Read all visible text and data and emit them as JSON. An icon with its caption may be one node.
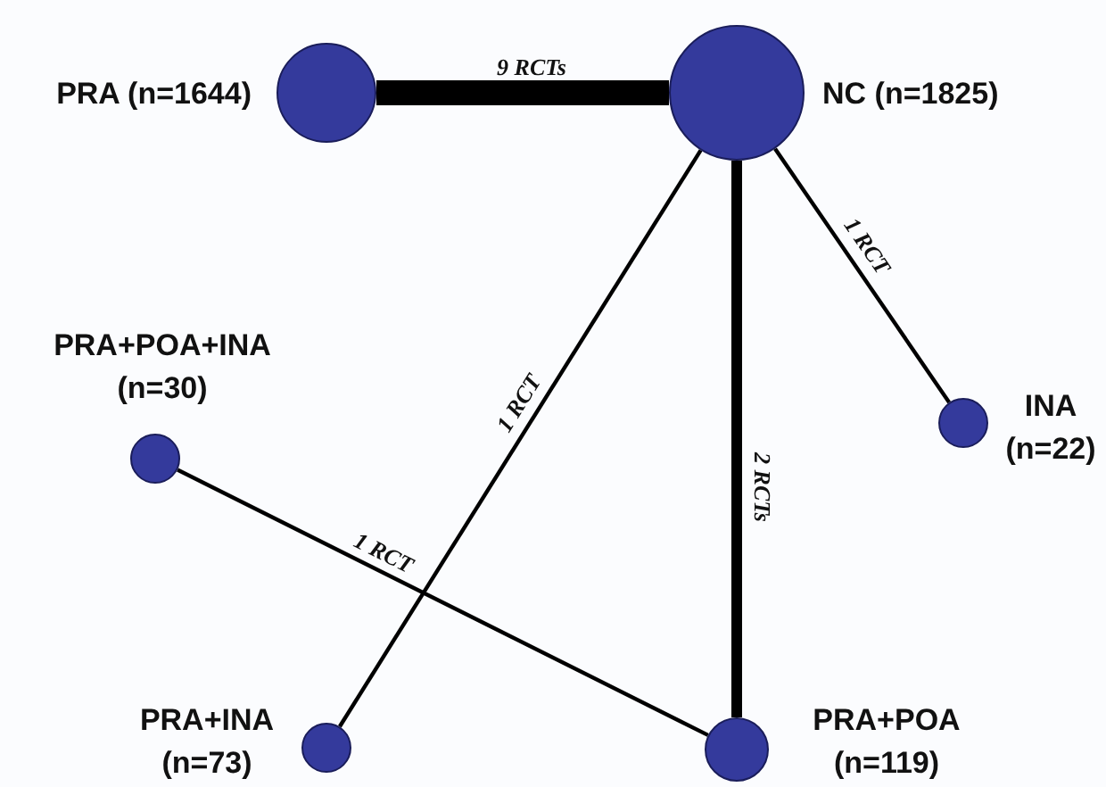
{
  "diagram": {
    "nodes": [
      {
        "text": [
          "PRA (n=1644)"
        ]
      },
      {
        "text": [
          "NC (n=1825)"
        ]
      },
      {
        "text": [
          "PRA+POA+INA (n=30)"
        ]
      },
      {
        "text": [
          "INA (n=22)"
        ]
      },
      {
        "text": [
          "PRA+INA (n=73)"
        ]
      },
      {
        "text": [
          "PRA+POA (n=119)"
        ]
      }
    ],
    "edges": [
      {
        "from": 0,
        "to": 1,
        "arrow": "none",
        "label": "9 RCTs",
        "style": "thick"
      },
      {
        "from": 1,
        "to": 3,
        "arrow": "none",
        "label": "1 RCT"
      },
      {
        "from": 1,
        "to": 4,
        "arrow": "none",
        "label": "1 RCT"
      },
      {
        "from": 1,
        "to": 5,
        "arrow": "none",
        "label": "2 RCTs",
        "style": "thick"
      },
      {
        "from": 2,
        "to": 5,
        "arrow": "none",
        "label": "1 RCT"
      }
    ]
  }
}
